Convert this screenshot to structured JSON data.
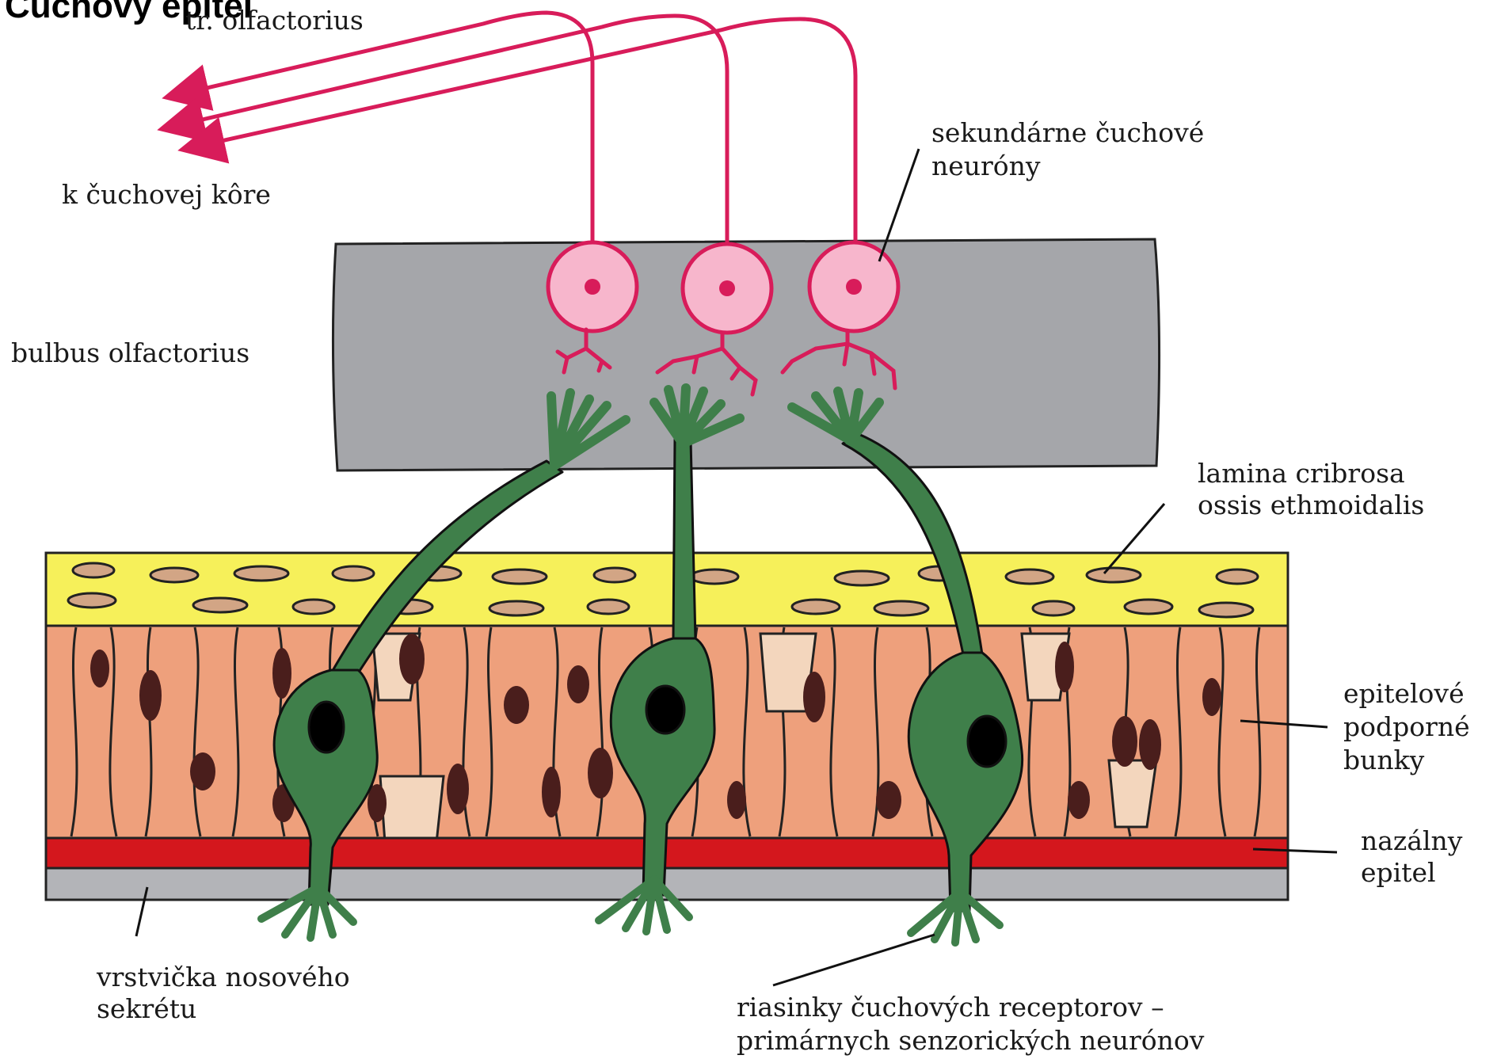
{
  "title": "Čuchový epitel",
  "labels": {
    "tract": "tr. olfactorius",
    "cortex": "k čuchovej kôre",
    "secondary_line1": "sekundárne čuchové",
    "secondary_line2": "neuróny",
    "bulb": "bulbus olfactorius",
    "lamina_line1": "lamina cribrosa",
    "lamina_line2": "ossis ethmoidalis",
    "support_line1": "epitelové",
    "support_line2": "podporné",
    "support_line3": "bunky",
    "nasal_line1": "nazálny",
    "nasal_line2": "epitel",
    "mucus_line1": "vrstvička nosového",
    "mucus_line2": "sekrétu",
    "cilia_line1": "riasinky čuchových receptorov –",
    "cilia_line2": "primárnych senzorických neurónov"
  },
  "colors": {
    "bulb_gray": "#a5a6aa",
    "lamina_yellow": "#f6f05a",
    "epithelium_orange": "#eea07c",
    "intercellular": "#f3d6bd",
    "basement_red": "#d4171d",
    "mucus_gray": "#b3b4b8",
    "neuron_pink": "#f7b6cc",
    "neuron_stroke": "#d81c5a",
    "receptor_green": "#3f7f4a",
    "nucleus": "#4a1e1c"
  }
}
